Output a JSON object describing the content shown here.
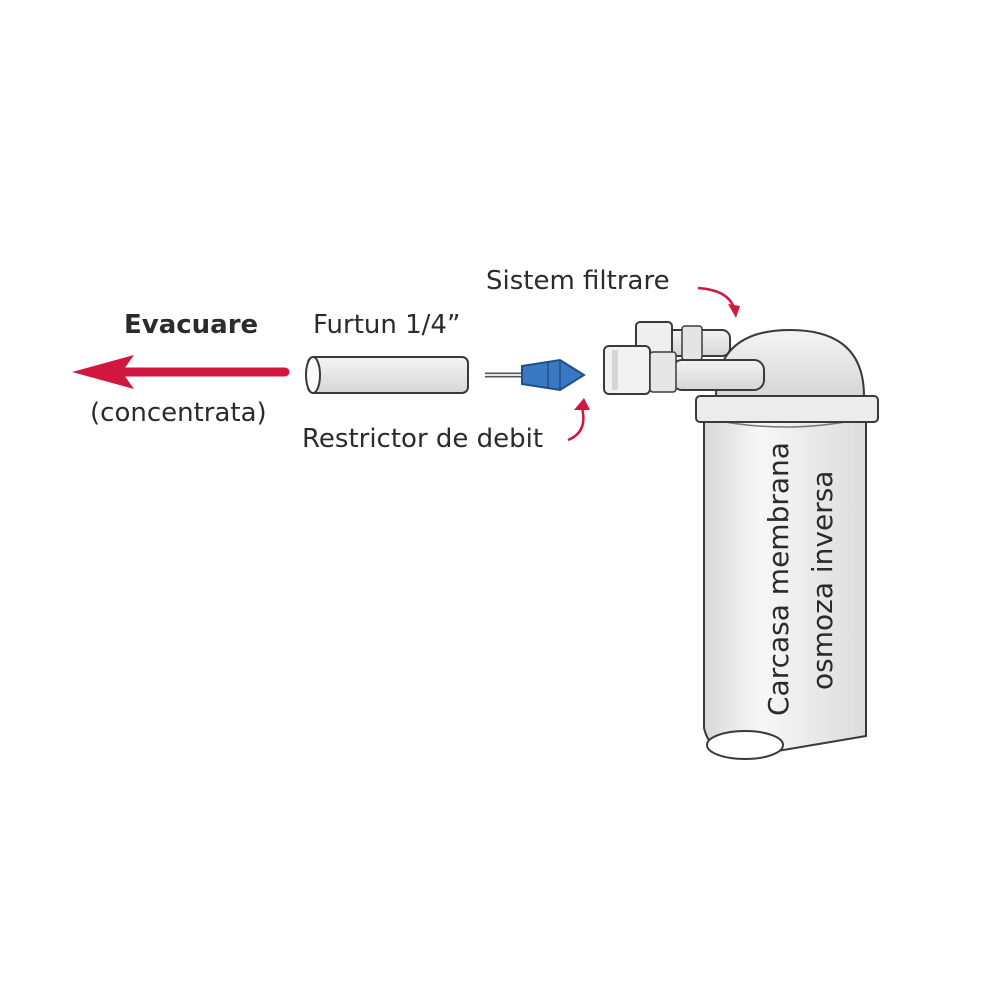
{
  "labels": {
    "evacuare": "Evacuare",
    "concentrata": "(concentrata)",
    "furtun": "Furtun 1/4”",
    "restrictor": "Restrictor de debit",
    "sistem": "Sistem filtrare",
    "carcasa_line1": "Carcasa membrana",
    "carcasa_line2": "osmoza inversa"
  },
  "colors": {
    "arrow": "#d2173f",
    "restrictor": "#3a78c2",
    "outline": "#3a3a3a",
    "housing_fill": "#eeeeee",
    "text": "#2b2b2b"
  },
  "icons": {
    "flow_arrow": "left-arrow-icon",
    "pointer": "curved-arrow-icon"
  }
}
